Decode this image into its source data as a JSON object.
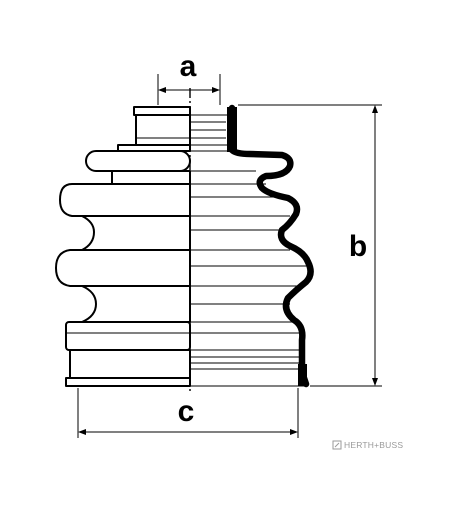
{
  "dimensions": {
    "a": "a",
    "b": "b",
    "c": "c"
  },
  "brand": {
    "name": "HERTH+BUSS",
    "icon": "herth-buss-logo-icon"
  },
  "colors": {
    "line": "#000000",
    "background": "#ffffff",
    "brand_text": "#9a9a9a"
  }
}
